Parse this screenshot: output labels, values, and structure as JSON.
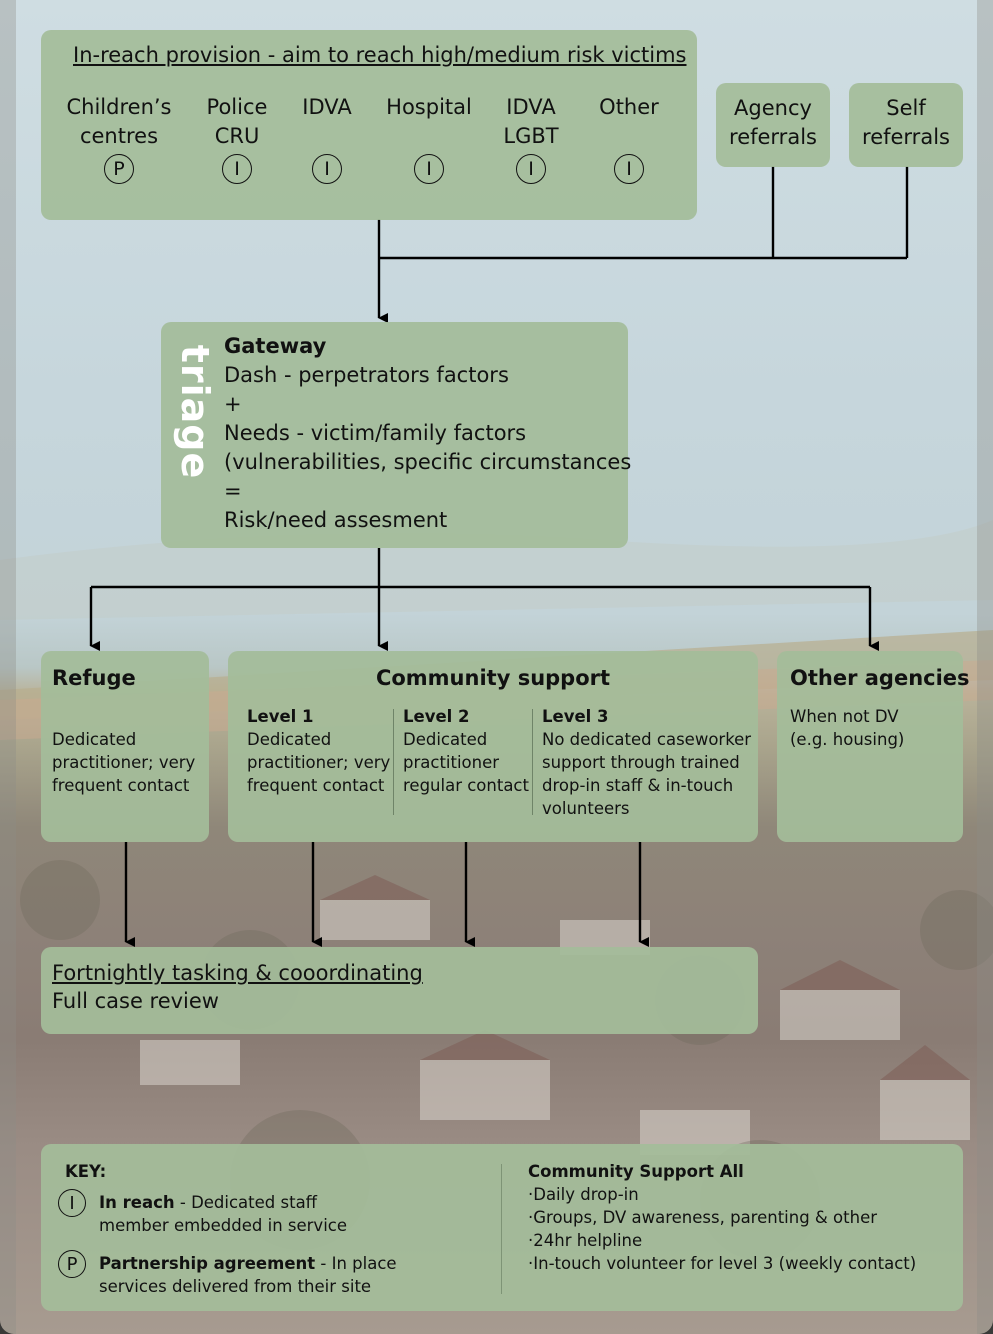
{
  "inreach": {
    "title": "In-reach provision - aim to reach high/medium risk victims",
    "items": [
      {
        "line1": "Children’s",
        "line2": "centres",
        "badge": "P"
      },
      {
        "line1": "Police",
        "line2": "CRU",
        "badge": "I"
      },
      {
        "line1": "IDVA",
        "line2": "",
        "badge": "I"
      },
      {
        "line1": "Hospital",
        "line2": "",
        "badge": "I"
      },
      {
        "line1": "IDVA",
        "line2": "LGBT",
        "badge": "I"
      },
      {
        "line1": "Other",
        "line2": "",
        "badge": "I"
      }
    ]
  },
  "agency": {
    "line1": "Agency",
    "line2": "referrals"
  },
  "self": {
    "line1": "Self",
    "line2": "referrals"
  },
  "gateway": {
    "side_label": "triage",
    "title": "Gateway",
    "lines": [
      "Dash - perpetrators factors",
      "+",
      "Needs - victim/family factors",
      "(vulnerabilities, specific circumstances",
      "=",
      "Risk/need assesment"
    ]
  },
  "refuge": {
    "title": "Refuge",
    "lines": [
      "Dedicated",
      "practitioner; very",
      "frequent contact"
    ]
  },
  "community": {
    "title": "Community support",
    "levels": [
      {
        "title": "Level 1",
        "lines": [
          "Dedicated",
          "practitioner; very",
          "frequent contact"
        ]
      },
      {
        "title": "Level 2",
        "lines": [
          "Dedicated",
          "practitioner",
          "regular contact"
        ]
      },
      {
        "title": "Level 3",
        "lines": [
          "No dedicated caseworker",
          "support through trained",
          "drop-in staff & in-touch",
          "volunteers"
        ]
      }
    ]
  },
  "other_agencies": {
    "title": "Other agencies",
    "lines": [
      "When not DV",
      "(e.g. housing)"
    ]
  },
  "tasking": {
    "title": "Fortnightly tasking & cooordinating",
    "subtitle": "Full case review"
  },
  "key": {
    "title": "KEY:",
    "items": [
      {
        "symbol": "I",
        "bold": "In reach",
        "rest": " - Dedicated staff",
        "line2": "member embedded in service"
      },
      {
        "symbol": "P",
        "bold": "Partnership agreement",
        "rest": " - In place",
        "line2": "services delivered from their site"
      }
    ],
    "community_all_title": "Community Support All",
    "community_all_items": [
      "·Daily drop-in",
      "·Groups, DV awareness, parenting & other",
      "·24hr helpline",
      "·In-touch volunteer for level 3 (weekly contact)"
    ]
  },
  "colors": {
    "box_fill": "#a4bc9a",
    "line": "#000000",
    "text": "#111111"
  }
}
